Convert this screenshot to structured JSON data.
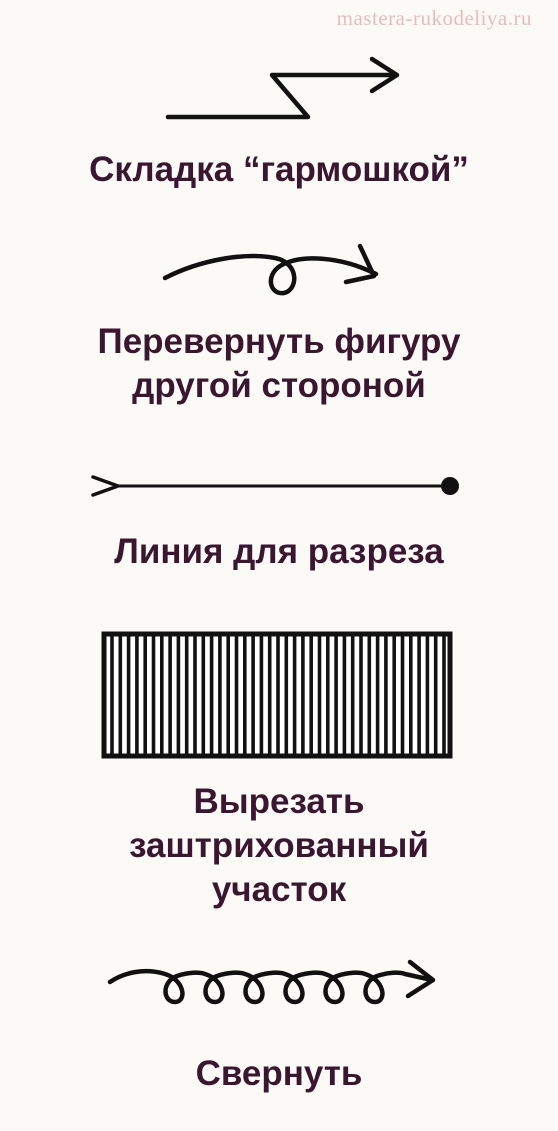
{
  "watermark": "mastera-rukodeliya.ru",
  "items": [
    {
      "symbol": "accordion-fold-arrow",
      "label_lines": [
        "Складка “гармошкой”"
      ]
    },
    {
      "symbol": "flip-over-arrow",
      "label_lines": [
        "Перевернуть фигуру",
        "другой стороной"
      ]
    },
    {
      "symbol": "cut-line",
      "label_lines": [
        "Линия для разреза"
      ]
    },
    {
      "symbol": "hatched-rectangle",
      "label_lines": [
        "Вырезать",
        "заштрихованный",
        "участок"
      ]
    },
    {
      "symbol": "roll-up-coil-arrow",
      "label_lines": [
        "Свернуть"
      ]
    }
  ],
  "colors": {
    "text": "#3a1630",
    "ink": "#111111",
    "watermark": "#e8bcbc",
    "background": "#fbfaf7"
  }
}
